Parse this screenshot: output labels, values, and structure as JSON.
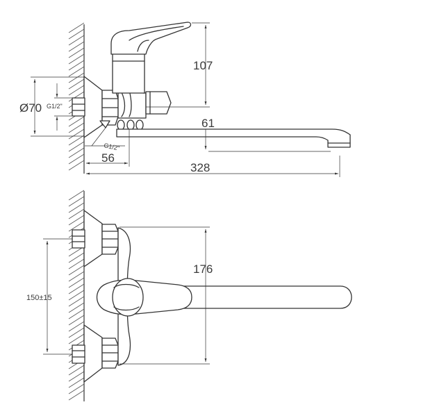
{
  "dimensions": {
    "handle_height": "107",
    "flange_diameter": "Ø70",
    "thread_top": "G1/2\"",
    "thread_bottom": "G1/2\"",
    "spout_drop": "61",
    "wall_offset": "56",
    "spout_reach": "328",
    "body_height": "176",
    "center_spacing": "150±15"
  }
}
